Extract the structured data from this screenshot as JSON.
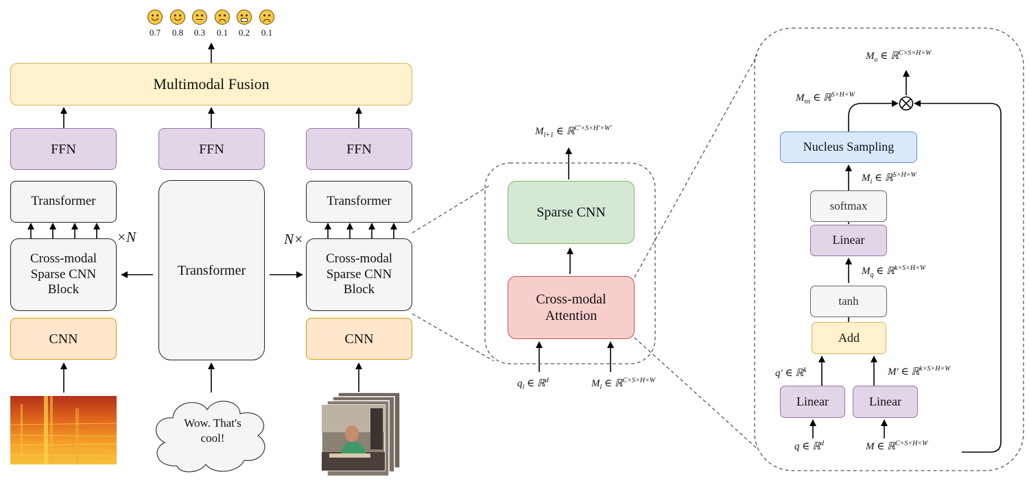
{
  "emotion_scores": [
    {
      "icon": "laughing-face-icon",
      "value": "0.7"
    },
    {
      "icon": "smiling-face-icon",
      "value": "0.8"
    },
    {
      "icon": "neutral-face-icon",
      "value": "0.3"
    },
    {
      "icon": "sad-face-icon",
      "value": "0.1"
    },
    {
      "icon": "grimacing-face-icon",
      "value": "0.2"
    },
    {
      "icon": "frowning-face-icon",
      "value": "0.1"
    }
  ],
  "fusion": {
    "label": "Multimodal Fusion"
  },
  "audio_branch": {
    "ffn": "FFN",
    "transformer": "Transformer",
    "repeat": "×N",
    "block": "Cross-modal Sparse CNN Block",
    "cnn": "CNN"
  },
  "text_branch": {
    "ffn": "FFN",
    "transformer": "Transformer",
    "input_text": "Wow. That's cool!"
  },
  "video_branch": {
    "ffn": "FFN",
    "transformer": "Transformer",
    "repeat": "N×",
    "block": "Cross-modal Sparse CNN Block",
    "cnn": "CNN"
  },
  "block_detail": {
    "sparse_cnn": "Sparse CNN",
    "attention": "Cross-modal Attention",
    "labels": {
      "output": "M_{l+1}",
      "query": "q_l",
      "memory": "M_l"
    }
  },
  "attention_detail": {
    "nucleus": "Nucleus Sampling",
    "softmax": "softmax",
    "linear_top": "Linear",
    "tanh": "tanh",
    "add": "Add",
    "linear_q": "Linear",
    "linear_m": "Linear",
    "operator": "⊗"
  },
  "colors": {
    "yellow": "#fff2cc",
    "purple": "#e1d5e7",
    "gray": "#f5f5f5",
    "orange": "#ffe6cc",
    "green": "#d5e8d4",
    "red": "#f8cecc",
    "blue": "#dae8fc"
  }
}
